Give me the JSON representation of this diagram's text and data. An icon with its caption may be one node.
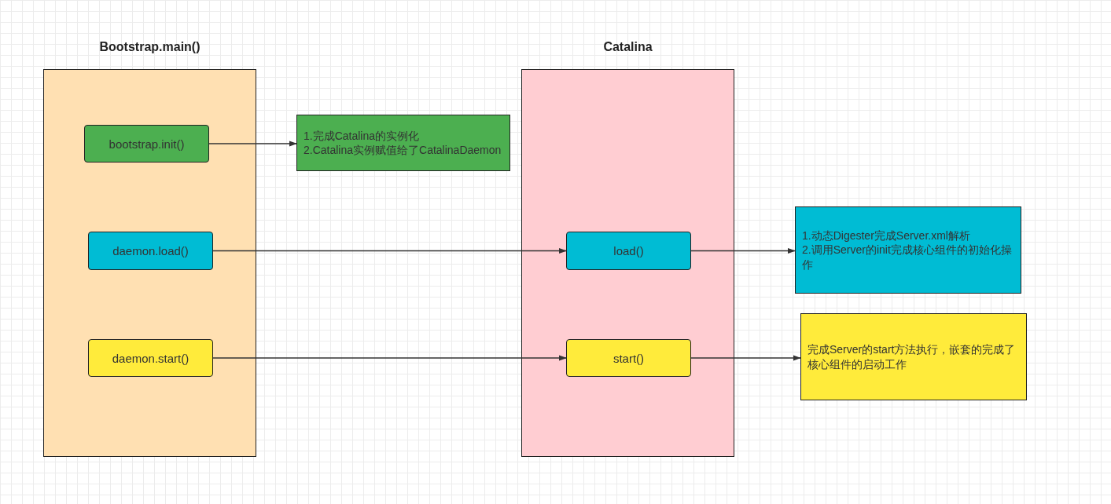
{
  "diagram": {
    "nodes": [
      {
        "text": [
          "Bootstrap.main()"
        ]
      },
      {
        "text": [
          "bootstrap.init()"
        ],
        "in": 0
      },
      {
        "text": [
          "daemon.load()"
        ],
        "in": 0
      },
      {
        "text": [
          "daemon.start()"
        ],
        "in": 0
      },
      {
        "text": [
          "Catalina"
        ]
      },
      {
        "text": [
          "load()"
        ],
        "in": 4
      },
      {
        "text": [
          "start()"
        ],
        "in": 4
      },
      {
        "text": [
          "1.完成Catalina的实例化",
          "2.Catalina实例赋值给了CatalinaDaemon"
        ]
      },
      {
        "text": [
          "1.动态Digester完成Server.xml解析",
          "2.调用Server的init完成核心组件的初始化操作"
        ]
      },
      {
        "text": [
          "完成Server的start方法执行，嵌套的完成了核心组件的启动工作"
        ]
      }
    ],
    "edges": [
      {
        "from": 1,
        "to": 7,
        "arrow": "to"
      },
      {
        "from": 2,
        "to": 5,
        "arrow": "to"
      },
      {
        "from": 5,
        "to": 8,
        "arrow": "to"
      },
      {
        "from": 3,
        "to": 6,
        "arrow": "to"
      },
      {
        "from": 6,
        "to": 9,
        "arrow": "to"
      }
    ]
  }
}
